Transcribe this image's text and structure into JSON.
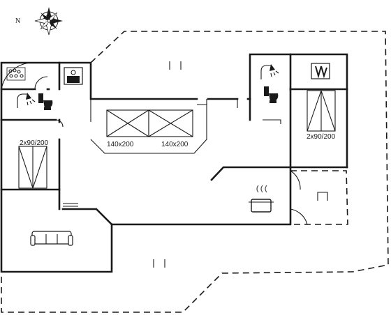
{
  "compass": {
    "north_label": "N"
  },
  "beds": [
    {
      "label": "2x90/200"
    },
    {
      "label": "140x200"
    },
    {
      "label": "140x200"
    },
    {
      "label": "2x90/200"
    }
  ]
}
